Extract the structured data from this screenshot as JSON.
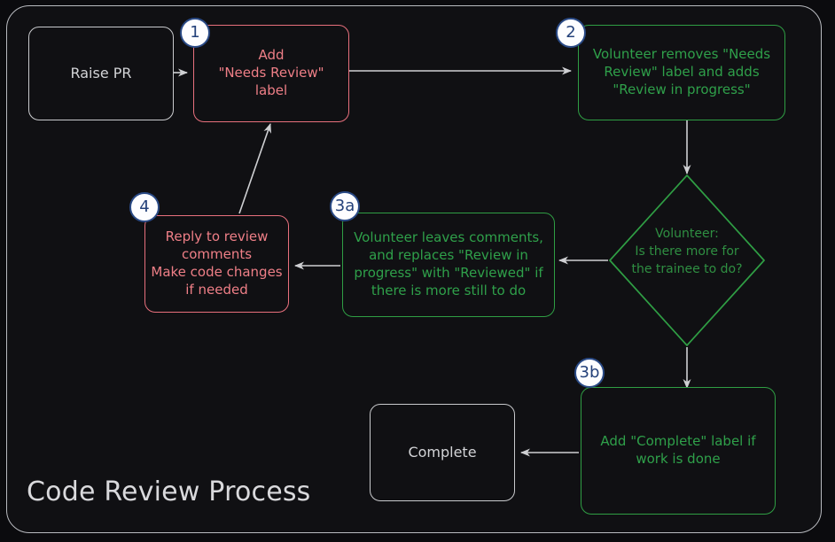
{
  "diagram": {
    "title": "Code Review Process",
    "type": "flowchart",
    "theme": {
      "page_background": "#0b0b0e",
      "frame_background": "#101013",
      "frame_border": "#b9bbc0",
      "neutral_node": "#c9cacd",
      "red_node": "#e8707d",
      "green_node": "#2f9e44",
      "badge_fill": "#fdfdff",
      "badge_border": "#2a4a86",
      "badge_text": "#24417a",
      "edge": "#cfd0d3",
      "title_text": "#d9d9dc"
    },
    "nodes": [
      {
        "id": "raise-pr",
        "label": "Raise PR",
        "style": "neutral"
      },
      {
        "id": "add-needs-review",
        "label": "Add\n\"Needs Review\"\nlabel",
        "style": "red"
      },
      {
        "id": "volunteer-relabel",
        "label": "Volunteer removes \"Needs\nReview\" label and adds\n\"Review in progress\"",
        "style": "green"
      },
      {
        "id": "decision-more-work",
        "label": "Volunteer:\nIs there more for\nthe trainee to do?",
        "style": "green-diamond"
      },
      {
        "id": "volunteer-comments",
        "label": "Volunteer leaves comments,\nand replaces \"Review in\nprogress\" with \"Reviewed\" if\nthere is more still to do",
        "style": "green"
      },
      {
        "id": "reply-to-comments",
        "label": "Reply to review\ncomments\nMake code changes\nif needed",
        "style": "red"
      },
      {
        "id": "add-complete-label",
        "label": "Add \"Complete\" label if\nwork is done",
        "style": "green"
      },
      {
        "id": "complete",
        "label": "Complete",
        "style": "neutral"
      }
    ],
    "badges": [
      {
        "id": "badge-1",
        "text": "1",
        "for": "add-needs-review"
      },
      {
        "id": "badge-2",
        "text": "2",
        "for": "volunteer-relabel"
      },
      {
        "id": "badge-3a",
        "text": "3a",
        "for": "volunteer-comments"
      },
      {
        "id": "badge-3b",
        "text": "3b",
        "for": "add-complete-label"
      },
      {
        "id": "badge-4",
        "text": "4",
        "for": "reply-to-comments"
      }
    ],
    "edges": [
      {
        "from": "raise-pr",
        "to": "add-needs-review",
        "label": ""
      },
      {
        "from": "add-needs-review",
        "to": "volunteer-relabel",
        "label": ""
      },
      {
        "from": "volunteer-relabel",
        "to": "decision-more-work",
        "label": ""
      },
      {
        "from": "decision-more-work",
        "to": "volunteer-comments",
        "label": ""
      },
      {
        "from": "decision-more-work",
        "to": "add-complete-label",
        "label": ""
      },
      {
        "from": "volunteer-comments",
        "to": "reply-to-comments",
        "label": ""
      },
      {
        "from": "reply-to-comments",
        "to": "add-needs-review",
        "label": ""
      },
      {
        "from": "add-complete-label",
        "to": "complete",
        "label": ""
      }
    ]
  }
}
